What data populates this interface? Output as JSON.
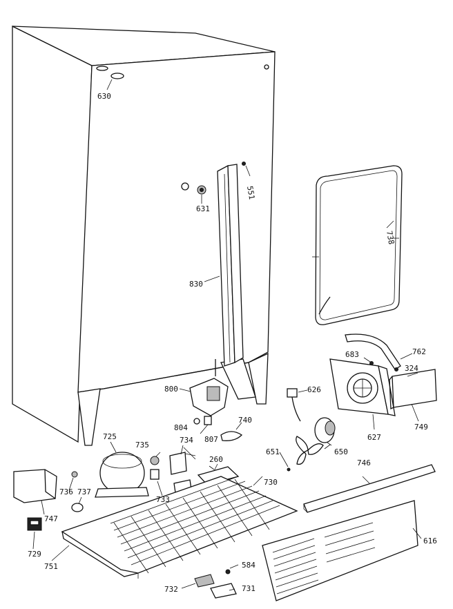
{
  "parts": {
    "p630": "630",
    "p551": "551",
    "p631": "631",
    "p830": "830",
    "p738": "738",
    "p762": "762",
    "p683": "683",
    "p324": "324",
    "p626": "626",
    "p800": "800",
    "p804": "804",
    "p807": "807",
    "p740": "740",
    "p725": "725",
    "p735": "735",
    "p734": "734",
    "p260": "260",
    "p736": "736",
    "p737": "737",
    "p747": "747",
    "p733": "733",
    "p730": "730",
    "p651": "651",
    "p650": "650",
    "p627": "627",
    "p749": "749",
    "p746": "746",
    "p729": "729",
    "p751": "751",
    "p584": "584",
    "p732": "732",
    "p731": "731",
    "p616": "616"
  }
}
